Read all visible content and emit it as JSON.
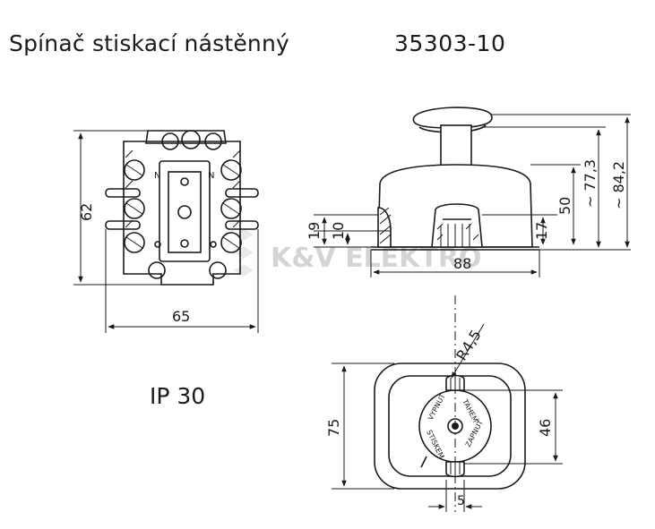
{
  "title": "Spínač stiskací nástěnný",
  "product_code": "35303-10",
  "protection": "IP 30",
  "watermark": "K&V ELEKTRO",
  "dimensions": {
    "front_height": "62",
    "front_width": "65",
    "side_19": "19",
    "side_10": "10",
    "side_17": "17",
    "side_50": "50",
    "side_77": "~ 77,3",
    "side_84": "~ 84,2",
    "side_width": "88",
    "top_height": "75",
    "top_46": "46",
    "top_radius": "R4,5",
    "top_5": "5"
  },
  "terminal_marks": {
    "left": "N",
    "right": "N"
  },
  "dial_labels": {
    "top_left": "VYPNUT",
    "top_right": "TAHEM",
    "bottom_left": "STISKEM",
    "bottom_right": "ZAPNUT"
  }
}
